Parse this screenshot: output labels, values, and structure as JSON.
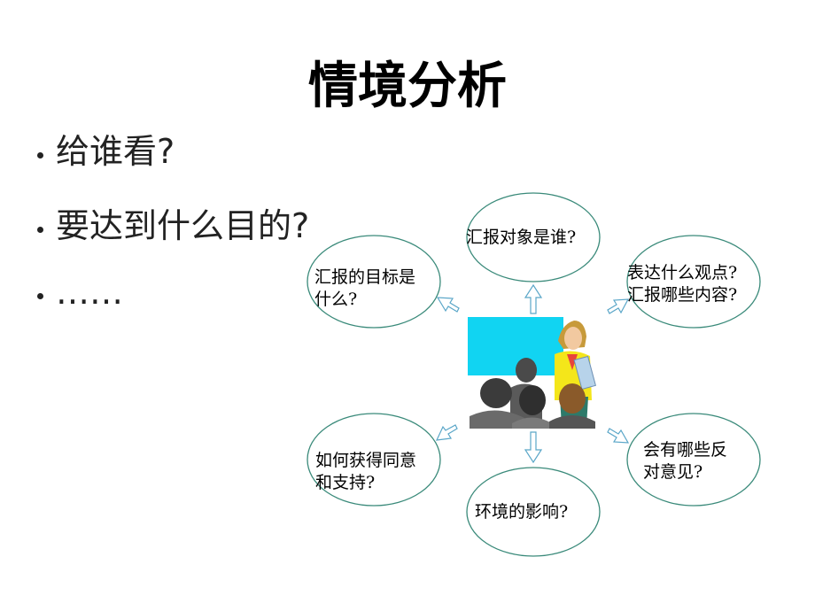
{
  "title": "情境分析",
  "bullets": [
    "给谁看?",
    "要达到什么目的?",
    "……"
  ],
  "bubbles": {
    "top": [
      "汇报对象是谁?"
    ],
    "upper_left": [
      "汇报的目标是",
      "什么?"
    ],
    "upper_right": [
      "表达什么观点?",
      "汇报哪些内容?"
    ],
    "lower_left": [
      "如何获得同意",
      "和支持?"
    ],
    "bottom": [
      "环境的影响?"
    ],
    "lower_right": [
      "会有哪些反",
      "对意见?"
    ]
  },
  "colors": {
    "bubble_stroke": "#3a8a7a",
    "arrow_stroke": "#5aa6c8",
    "screen": "#11d4f2"
  }
}
